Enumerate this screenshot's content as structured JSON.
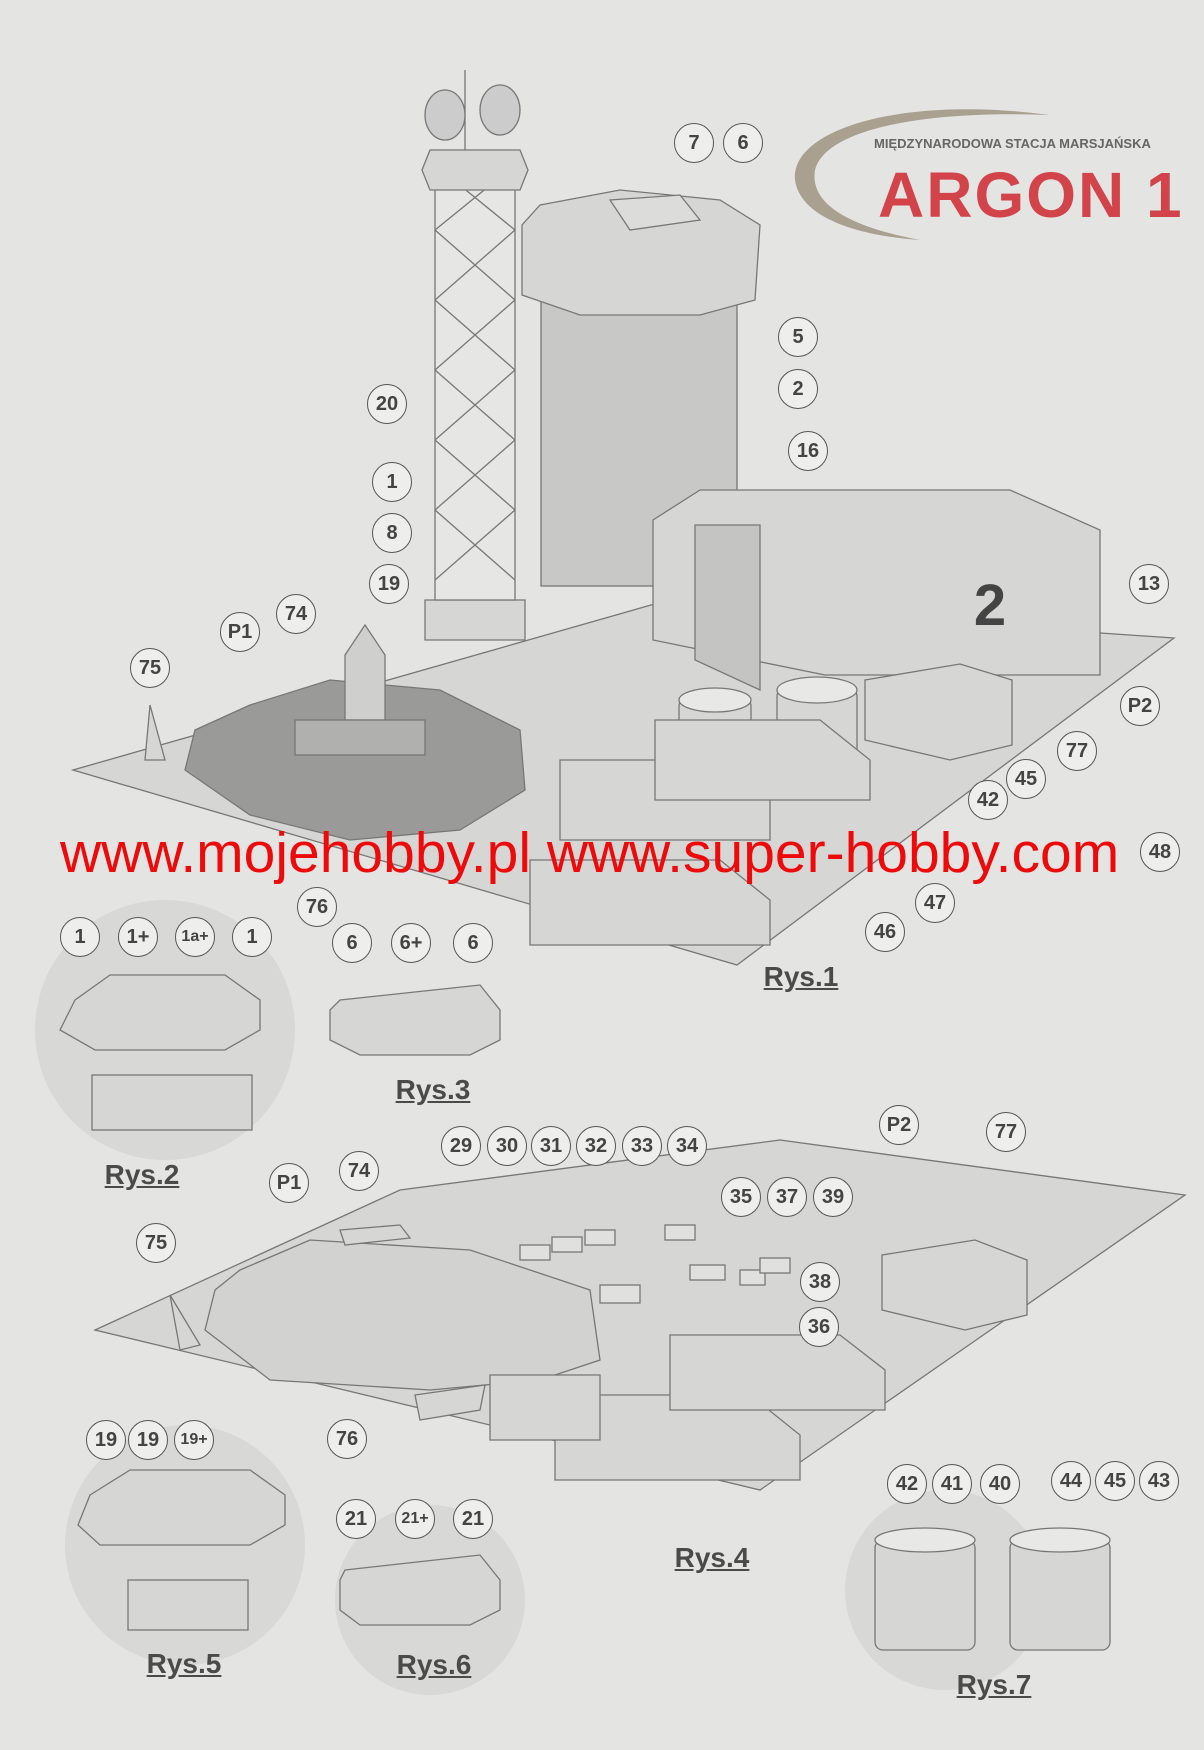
{
  "logo": {
    "subtitle": "MIĘDZYNARODOWA STACJA MARSJAŃSKA",
    "title": "ARGON 1",
    "accent_color": "#d2444a",
    "swoosh_color": "#a9a08f"
  },
  "watermark": "www.mojehobby.pl www.super-hobby.com",
  "figures": {
    "rys1": {
      "label": "Rys.1",
      "callouts": [
        "7",
        "6",
        "5",
        "2",
        "16",
        "20",
        "1",
        "8",
        "19",
        "74",
        "P1",
        "75",
        "13",
        "P2",
        "77",
        "45",
        "42",
        "48",
        "47",
        "46",
        "76"
      ],
      "hangar_number": "2"
    },
    "rys2": {
      "label": "Rys.2",
      "callouts": [
        "1",
        "1+",
        "1a+",
        "1"
      ]
    },
    "rys3": {
      "label": "Rys.3",
      "callouts": [
        "6",
        "6+",
        "6"
      ]
    },
    "rys4": {
      "label": "Rys.4",
      "callouts": [
        "29",
        "30",
        "31",
        "32",
        "33",
        "34",
        "35",
        "37",
        "39",
        "38",
        "36",
        "P2",
        "77",
        "P1",
        "74",
        "75",
        "76"
      ]
    },
    "rys5": {
      "label": "Rys.5",
      "callouts": [
        "19",
        "19",
        "19+"
      ]
    },
    "rys6": {
      "label": "Rys.6",
      "callouts": [
        "21",
        "21+",
        "21"
      ]
    },
    "rys7": {
      "label": "Rys.7",
      "callouts": [
        "42",
        "41",
        "40",
        "44",
        "45",
        "43"
      ]
    }
  }
}
